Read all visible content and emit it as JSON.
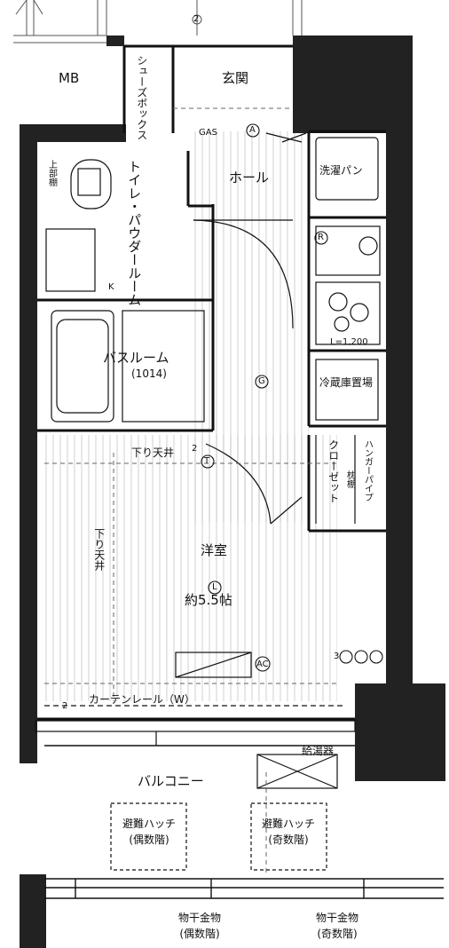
{
  "rooms": {
    "mb": "MB",
    "genkan": "玄関",
    "shoes_box": "シューズボックス",
    "hall": "ホール",
    "washer_pan": "洗濯パン",
    "toilet_powder": "トイレ・パウダールーム",
    "upper_shelf": "上部棚",
    "bathroom": "バスルーム",
    "bath_size": "(1014)",
    "fridge_space": "冷蔵庫置場",
    "closet": "クローゼット",
    "hanger_pipe": "ハンガーパイプ",
    "shelf": "枕棚",
    "dropped_ceiling_h": "下り天井",
    "dropped_ceiling_v": "下り天井",
    "western_room": "洋室",
    "room_size": "約5.5帖",
    "curtain_rail": "カーテンレール（W）",
    "balcony": "バルコニー",
    "water_supply": "給湯器",
    "hatch_even_1": "避難ハッチ",
    "hatch_even_2": "(偶数階)",
    "hatch_odd_1": "避難ハッチ",
    "hatch_odd_2": "(奇数階)",
    "dryer_even_1": "物干金物",
    "dryer_even_2": "(偶数階)",
    "dryer_odd_1": "物干金物",
    "dryer_odd_2": "(奇数階)"
  },
  "annotations": {
    "kitchen_length": "L=1,200",
    "gas": "GAS",
    "marker_a": "A",
    "marker_g": "G",
    "marker_t": "T",
    "marker_l": "L",
    "marker_r": "R",
    "marker_ac": "AC",
    "marker_k": "K",
    "marker_2a": "2",
    "marker_2b": "2",
    "marker_2c": "2",
    "marker_3": "3"
  }
}
